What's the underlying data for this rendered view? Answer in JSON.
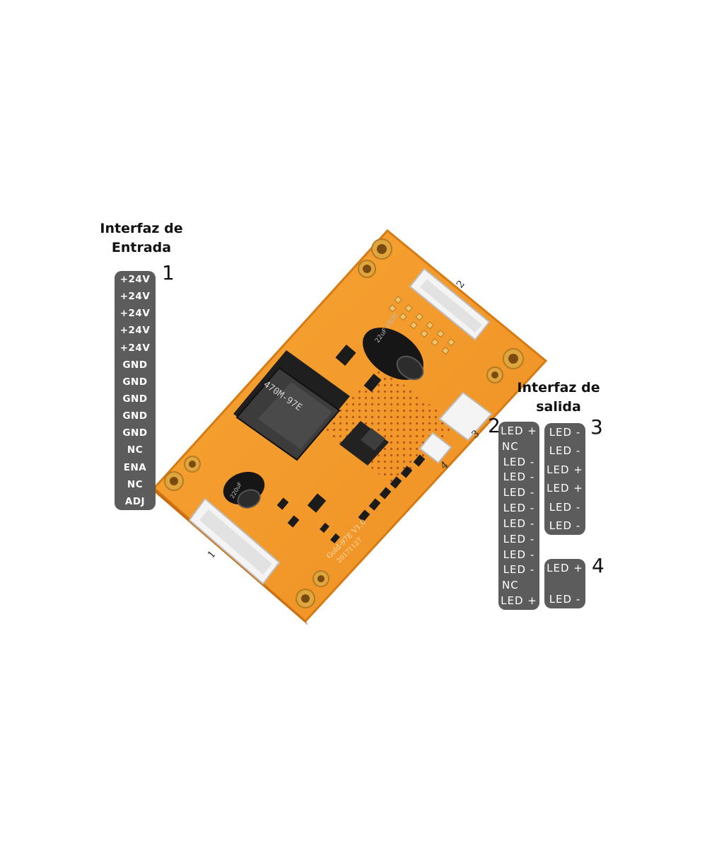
{
  "input_interface": {
    "heading_line1": "Interfaz de",
    "heading_line2": "Entrada",
    "number": "1",
    "pins": [
      "+24V",
      "+24V",
      "+24V",
      "+24V",
      "+24V",
      "GND",
      "GND",
      "GND",
      "GND",
      "GND",
      "NC",
      "ENA",
      "NC",
      "ADJ"
    ]
  },
  "output_interface": {
    "heading_line1": "Interfaz de",
    "heading_line2": "salida",
    "connector_2": {
      "number": "2",
      "pins": [
        "LED +",
        "NC",
        "LED -",
        "LED -",
        "LED -",
        "LED -",
        "LED -",
        "LED -",
        "LED -",
        "LED -",
        "NC",
        "LED +"
      ]
    },
    "connector_3": {
      "number": "3",
      "pins": [
        "LED -",
        "LED -",
        "LED +",
        "LED +",
        "LED -",
        "LED -"
      ]
    },
    "connector_4": {
      "number": "4",
      "pins": [
        "LED +",
        "LED -"
      ]
    }
  },
  "board": {
    "inductor_marking": "470M-97E",
    "capacitor_large_marking": "22uF 250V",
    "capacitor_small_marking": "220uF",
    "silk_model": "Gold-97E V1.0",
    "silk_date": "20171127",
    "connector_labels": [
      "1",
      "2",
      "3",
      "4"
    ],
    "colors": {
      "pcb": "#f39a2b",
      "pcb_edge": "#e0851b",
      "panel": "#5c5c5c",
      "pad": "#d9a441"
    }
  }
}
